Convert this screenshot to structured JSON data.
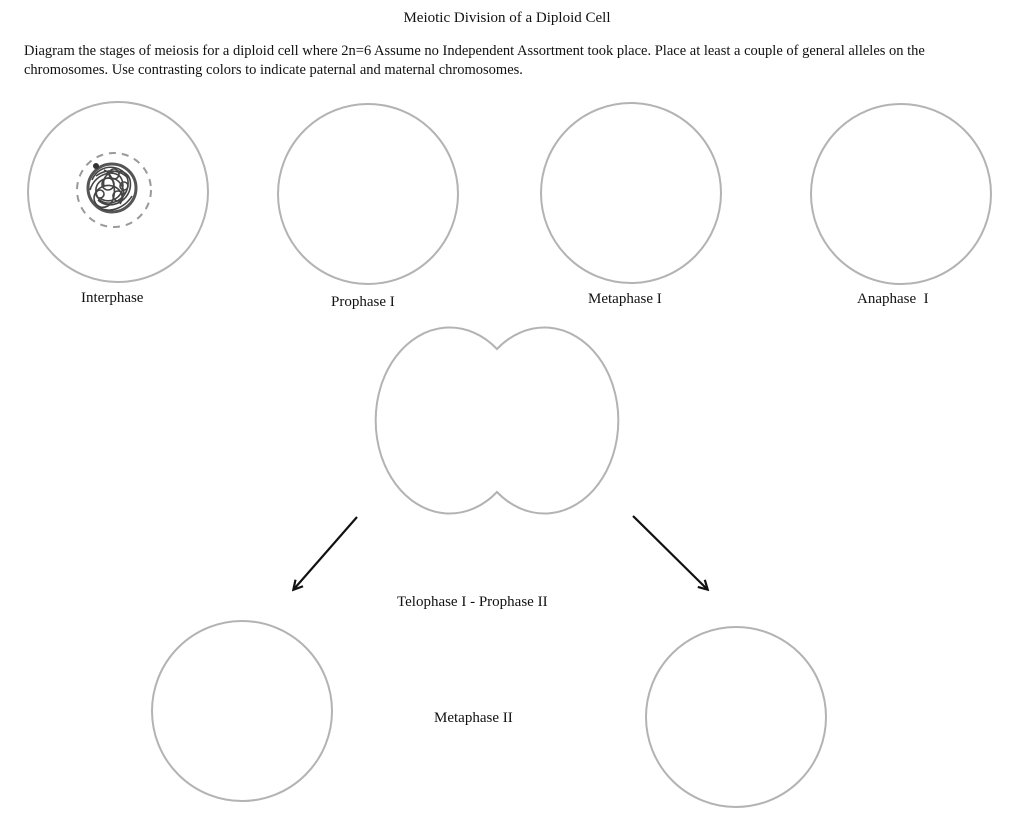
{
  "title": "Meiotic Division of a Diploid Cell",
  "instructions": "Diagram the stages of meiosis for a diploid cell where 2n=6   Assume no Independent Assortment took place.  Place at least a couple of general alleles on the chromosomes. Use contrasting colors to indicate paternal and maternal chromosomes.",
  "stages": {
    "interphase": "Interphase",
    "prophase1": "Prophase I",
    "metaphase1": "Metaphase I",
    "anaphase1": "Anaphase  I",
    "telophase1_prophase2": "Telophase I - Prophase II",
    "metaphase2": "Metaphase II"
  },
  "colors": {
    "cell_outline": "#b3b3b3",
    "nucleus_outline": "#9a9a9a",
    "chromatin": "#444444",
    "arrow": "#111111"
  }
}
